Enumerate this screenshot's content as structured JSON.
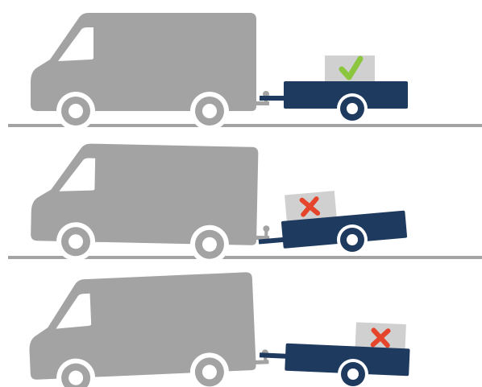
{
  "colors": {
    "background": "#ffffff",
    "van": "#a3a3a3",
    "van_window": "#ffffff",
    "wheel_rim": "#ffffff",
    "trailer": "#1f3a5f",
    "trailer_wheel": "#1f3a5f",
    "ground": "#a3a3a3",
    "cargo_box": "#d0d0d0",
    "ok": "#8cc63f",
    "bad": "#e5452b"
  },
  "scenes": [
    {
      "trailer_attitude": "level",
      "status_icon": "check-icon",
      "status": "correct"
    },
    {
      "trailer_attitude": "nose-down",
      "status_icon": "cross-icon",
      "status": "incorrect"
    },
    {
      "trailer_attitude": "nose-up",
      "status_icon": "cross-icon",
      "status": "incorrect"
    }
  ]
}
